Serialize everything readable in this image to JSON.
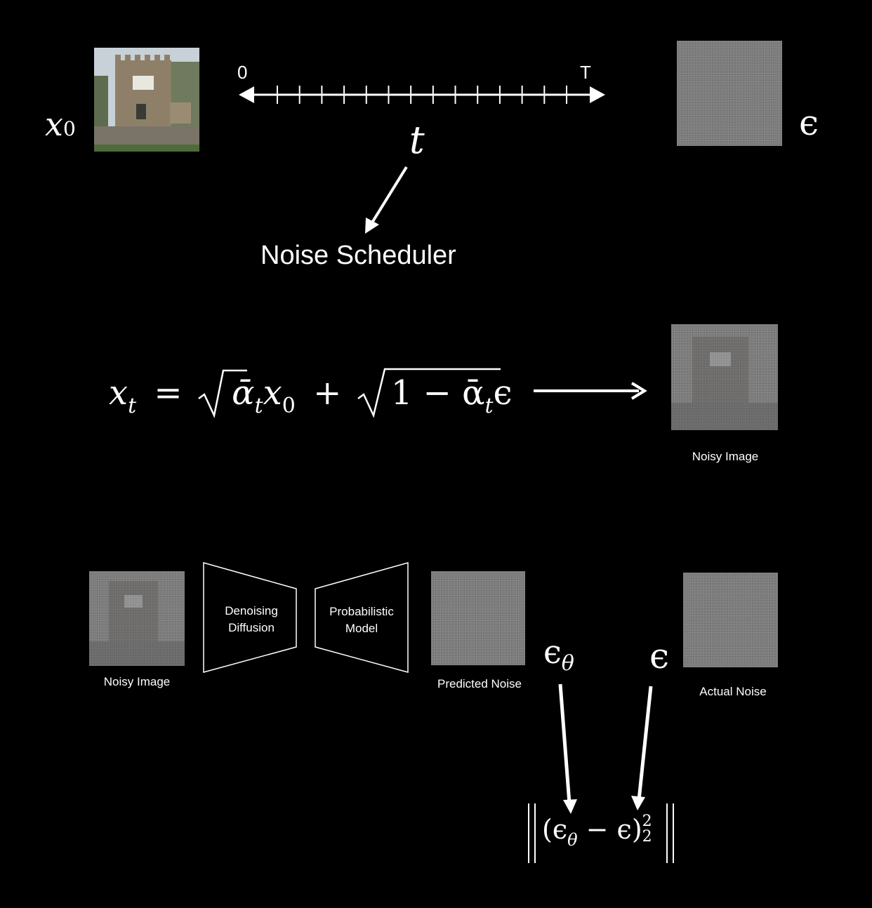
{
  "top": {
    "x0_symbol": "x",
    "x0_subscript": "0",
    "timeline_start": "0",
    "timeline_end": "T",
    "t_symbol": "t",
    "epsilon_symbol": "ϵ",
    "scheduler_label": "Noise Scheduler",
    "tick_count": 14
  },
  "middle": {
    "equation_xt": "x",
    "equation_xt_sub": "t",
    "equation_eq": "=",
    "equation_term1": "ᾱ",
    "equation_term1_sub": "t",
    "equation_x0": "x",
    "equation_x0_sub": "0",
    "equation_plus": "+",
    "equation_term2": "1 − ᾱ",
    "equation_term2_sub": "t",
    "equation_eps": "ϵ",
    "noisy_caption": "Noisy Image"
  },
  "bottom": {
    "noisy_caption": "Noisy Image",
    "encoder_line1": "Denoising",
    "encoder_line2": "Diffusion",
    "decoder_line1": "Probabilistic",
    "decoder_line2": "Model",
    "predicted_caption": "Predicted Noise",
    "actual_caption": "Actual Noise",
    "eps_theta": "ϵ",
    "eps_theta_sub": "θ",
    "eps": "ϵ",
    "loss_open": "(ϵ",
    "loss_sub": "θ",
    "loss_minus": " − ϵ)",
    "loss_sup": "2",
    "loss_sub2": "2"
  },
  "colors": {
    "background": "#000000",
    "foreground": "#ffffff",
    "noise_gray": "#7c7c7c"
  }
}
